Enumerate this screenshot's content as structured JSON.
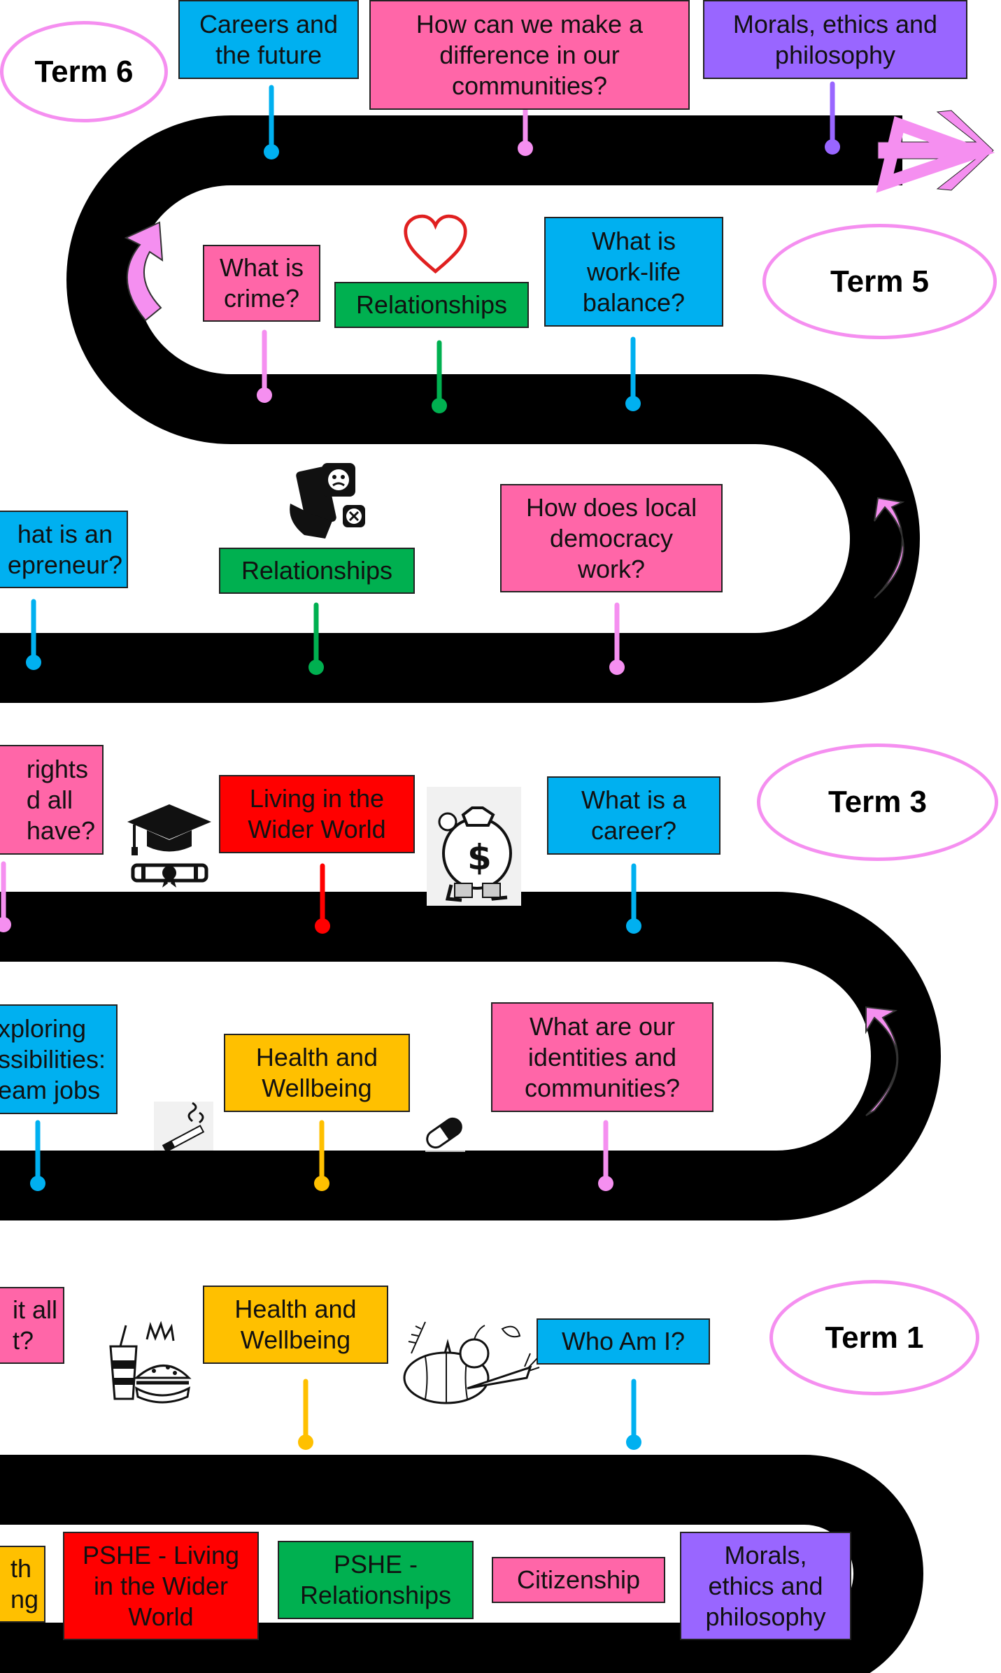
{
  "terms": {
    "term6": "Term 6",
    "term5": "Term 5",
    "term3": "Term 3",
    "term1": "Term 1"
  },
  "topics": {
    "careers_future": "Careers and\nthe future",
    "make_difference": "How can we make a\ndifference in our\ncommunities?",
    "morals_top": "Morals, ethics and\nphilosophy",
    "crime": "What is\ncrime?",
    "relationships_t5": "Relationships",
    "work_life": "What is\nwork-life\nbalance?",
    "entrepreneur": "hat is an\nepreneur?",
    "relationships_t4": "Relationships",
    "democracy": "How does local\ndemocracy\nwork?",
    "rights": "rights\nd all\n have?",
    "living_wider": "Living in the\nWider World",
    "career": "What is a\ncareer?",
    "exploring": "xploring\nssibilities:\neam jobs",
    "health_t2": "Health and\nWellbeing",
    "identities": "What are our\nidentities and\ncommunities?",
    "fit_all": "it all\nt?",
    "health_t1": "Health and\nWellbeing",
    "who_am_i": "Who Am I?"
  },
  "legend": {
    "health": "th\nng",
    "living": "PSHE - Living\nin the Wider\nWorld",
    "relationships": "PSHE -\nRelationships",
    "citizenship": "Citizenship",
    "morals": "Morals,\nethics and\nphilosophy"
  },
  "icons": [
    "heart-icon",
    "phone-bully-icon",
    "graduation-cap-icon",
    "money-bag-icon",
    "cigarette-icon",
    "pill-icon",
    "fast-food-icon",
    "vegetables-icon",
    "arrow-icon"
  ],
  "colors": {
    "careers": "#00b0f0",
    "citizenship": "#ff66a8",
    "morals": "#9966ff",
    "relationships": "#00b050",
    "health": "#ffc000",
    "living_wider_world": "#ff0000",
    "road": "#000000",
    "arrows": "#f58ff0"
  }
}
